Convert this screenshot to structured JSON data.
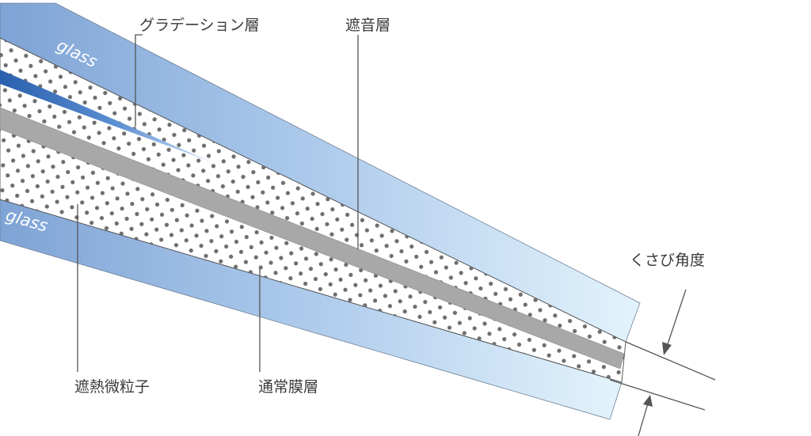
{
  "labels": {
    "gradation": "グラデーション層",
    "sound": "遮音層",
    "heat": "遮熱微粒子",
    "normal": "通常膜層",
    "wedge": "くさび角度"
  },
  "glass": {
    "top": "glass",
    "bottom": "glass"
  },
  "colors": {
    "glass_dark": "#7fa4d6",
    "glass_light": "#d8ecfa",
    "film_gray": "#a9a9a9",
    "dots": "#6e6e6e",
    "gradation_blue": "#2f6bb8"
  }
}
